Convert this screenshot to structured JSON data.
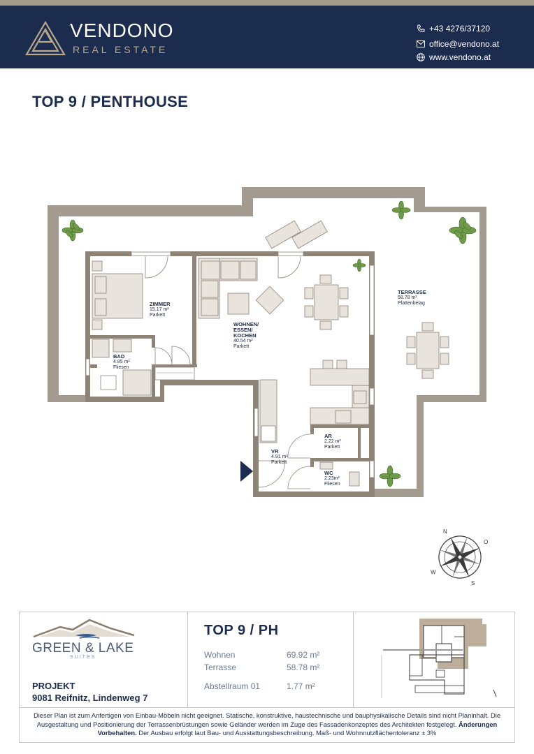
{
  "header": {
    "brand_name": "VENDONO",
    "brand_sub": "REAL ESTATE",
    "phone": "+43 4276/37120",
    "email": "office@vendono.at",
    "website": "www.vendono.at",
    "icons": [
      "phone-icon",
      "mail-icon",
      "globe-icon"
    ]
  },
  "page_title": "TOP 9 / PENTHOUSE",
  "floorplan": {
    "rooms": [
      {
        "name": "ZIMMER",
        "area": "15.17 m²",
        "floor": "Parkett"
      },
      {
        "name": "WOHNEN/",
        "name2": "ESSEN/",
        "name3": "KOCHEN",
        "area": "40.54 m²",
        "floor": "Parkett"
      },
      {
        "name": "TERRASSE",
        "area": "58.78 m²",
        "floor": "Plattenbelag"
      },
      {
        "name": "BAD",
        "area": "4.85 m²",
        "floor": "Fliesen"
      },
      {
        "name": "AR",
        "area": "2.22 m²",
        "floor": "Parkett"
      },
      {
        "name": "VR",
        "area": "4.91 m²",
        "floor": "Parkett"
      },
      {
        "name": "WC",
        "area": "2.23m²",
        "floor": "Fliesen"
      }
    ]
  },
  "compass": {
    "n": "N",
    "o": "O",
    "s": "S",
    "w": "W"
  },
  "project": {
    "logo_title": "GREEN & LAKE",
    "logo_sub": "SUITES",
    "label": "PROJEKT",
    "address": "9081 Reifnitz, Lindenweg 7"
  },
  "unit": {
    "title": "TOP 9 / PH",
    "areas": [
      {
        "label": "Wohnen",
        "value": "69.92 m²"
      },
      {
        "label": "Terrasse",
        "value": "58.78 m²"
      },
      {
        "label": "Abstellraum 01",
        "value": "1.77 m²"
      }
    ]
  },
  "disclaimer": {
    "part1": "Dieser Plan ist zum Anfertigen von Einbau-Möbeln nicht geeignet. Statische, konstruktive, haustechnische und bauphysikalische Details sind nicht Planinhalt. Die Ausgestaltung und Positionierung der Terrassenbrüstungen sowie Geländer werden im Zuge des Fassadenkonzeptes des Architekten festgelegt.",
    "bold": "Änderungen Vorbehalten.",
    "part2": "Der Ausbau erfolgt laut Bau- und Ausstattungsbeschreibung. Maß- und Wohnnutzflächentoleranz ± 3%"
  },
  "colors": {
    "navy": "#1c2c4e",
    "wall": "#a39b8f",
    "accent": "#b9a88e",
    "plant": "#6e9a4a"
  }
}
